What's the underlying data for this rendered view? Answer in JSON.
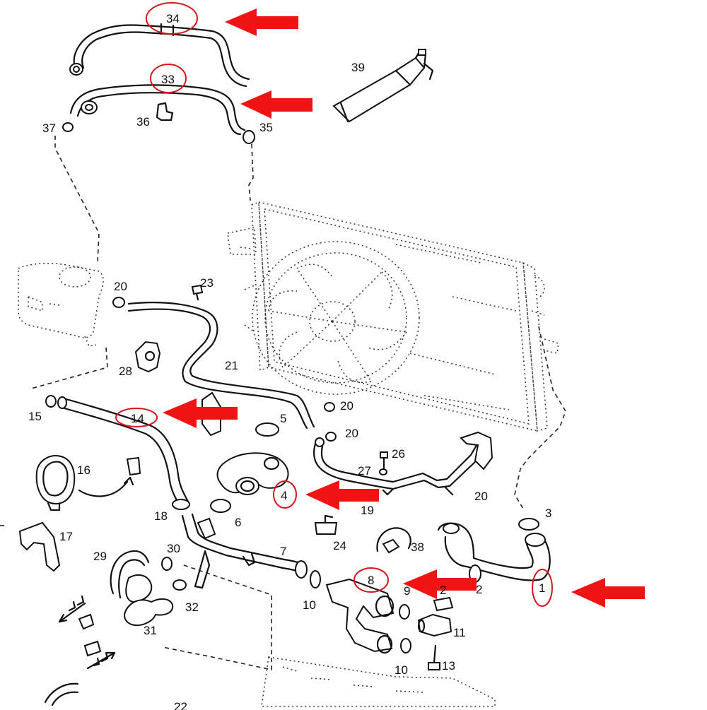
{
  "diagram": {
    "callouts": [
      {
        "id": "c34",
        "text": "34"
      },
      {
        "id": "c33",
        "text": "33"
      },
      {
        "id": "c39",
        "text": "39"
      },
      {
        "id": "c37",
        "text": "37"
      },
      {
        "id": "c36",
        "text": "36"
      },
      {
        "id": "c35",
        "text": "35"
      },
      {
        "id": "c20a",
        "text": "20"
      },
      {
        "id": "c23",
        "text": "23"
      },
      {
        "id": "c21",
        "text": "21"
      },
      {
        "id": "c28",
        "text": "28"
      },
      {
        "id": "c15",
        "text": "15"
      },
      {
        "id": "c14",
        "text": "14"
      },
      {
        "id": "c20b",
        "text": "20"
      },
      {
        "id": "c5",
        "text": "5"
      },
      {
        "id": "c20c",
        "text": "20"
      },
      {
        "id": "c26",
        "text": "26"
      },
      {
        "id": "c27",
        "text": "27"
      },
      {
        "id": "c16",
        "text": "16"
      },
      {
        "id": "c4",
        "text": "4"
      },
      {
        "id": "c19",
        "text": "19"
      },
      {
        "id": "c20d",
        "text": "20"
      },
      {
        "id": "c18",
        "text": "18"
      },
      {
        "id": "c6",
        "text": "6"
      },
      {
        "id": "c3",
        "text": "3"
      },
      {
        "id": "c17",
        "text": "17"
      },
      {
        "id": "c24",
        "text": "24"
      },
      {
        "id": "c38",
        "text": "38"
      },
      {
        "id": "c29",
        "text": "29"
      },
      {
        "id": "c30",
        "text": "30"
      },
      {
        "id": "c7",
        "text": "7"
      },
      {
        "id": "c8",
        "text": "8"
      },
      {
        "id": "c9",
        "text": "9"
      },
      {
        "id": "c2a",
        "text": "2"
      },
      {
        "id": "c2b",
        "text": "2"
      },
      {
        "id": "c1",
        "text": "1"
      },
      {
        "id": "c32",
        "text": "32"
      },
      {
        "id": "c10a",
        "text": "10"
      },
      {
        "id": "c11",
        "text": "11"
      },
      {
        "id": "c31",
        "text": "31"
      },
      {
        "id": "c13",
        "text": "13"
      },
      {
        "id": "c10b",
        "text": "10"
      },
      {
        "id": "c22",
        "text": "22"
      }
    ],
    "highlighted_parts": [
      "34",
      "33",
      "14",
      "4",
      "8",
      "1"
    ],
    "highlight_color": "#d8141c",
    "arrow_color": "#f01414"
  }
}
